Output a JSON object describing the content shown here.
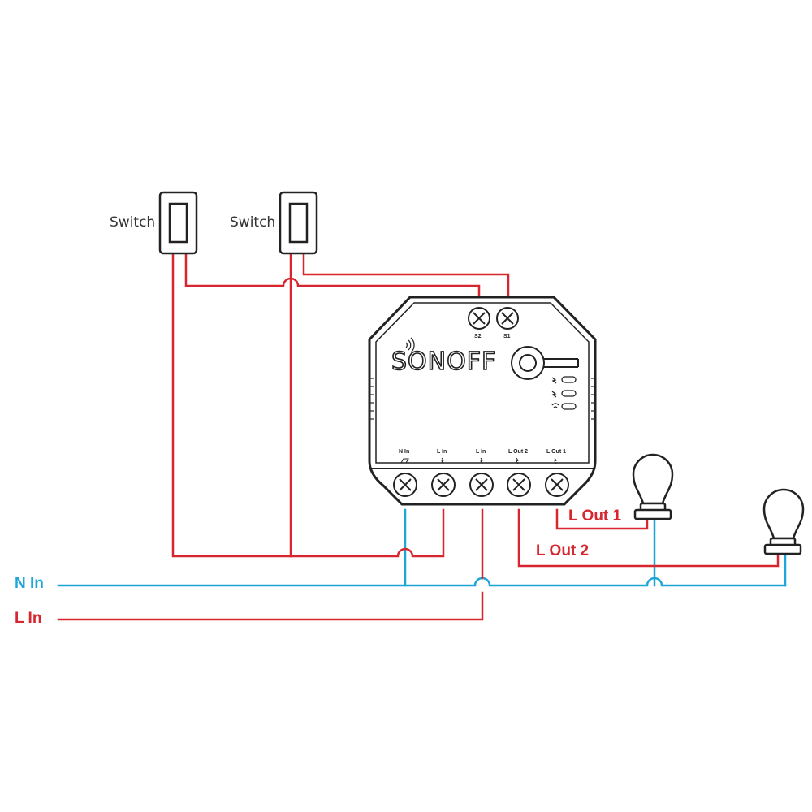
{
  "switches": [
    {
      "label": "Switch"
    },
    {
      "label": "Switch"
    }
  ],
  "device": {
    "brand": "SONOFF",
    "top_terminals": [
      "S2",
      "S1"
    ],
    "bottom_terminals": [
      "N In",
      "L In",
      "L In",
      "L Out 2",
      "L Out 1"
    ]
  },
  "wires": {
    "n_in_label": "N In",
    "l_in_label": "L In",
    "l_out1_label": "L Out 1",
    "l_out2_label": "L Out 2"
  },
  "colors": {
    "live": "#d7262f",
    "neutral": "#1fa6d8",
    "outline": "#222222"
  }
}
